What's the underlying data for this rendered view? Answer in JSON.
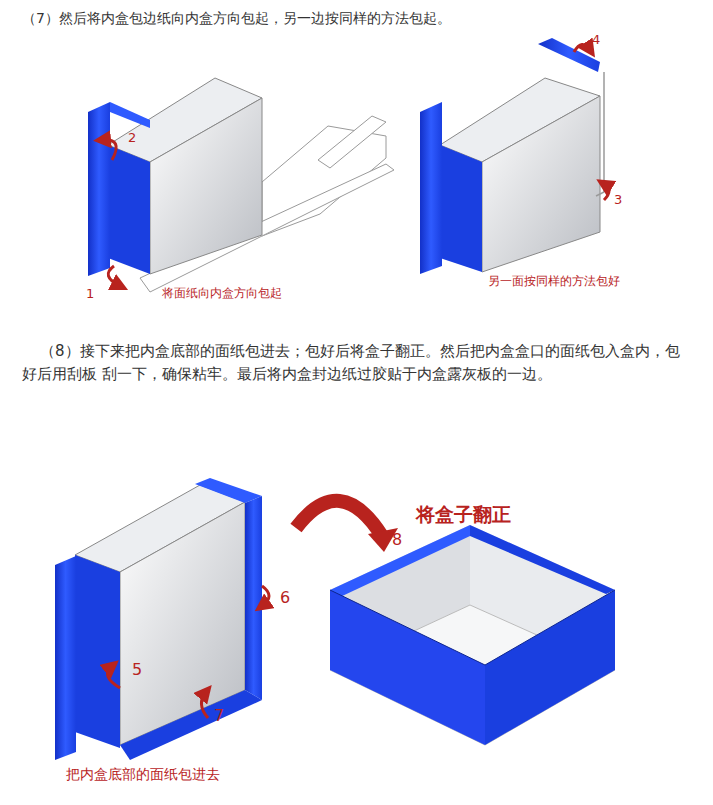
{
  "diagram": {
    "labels": [
      "（7）然后将内盒包边纸向内盒方向包起，另一边按同样的方法包起。",
      "2",
      "1",
      "将面纸向内盒方向包起",
      "4",
      "3",
      "另一面按同样的方法包好",
      "（8）接下来把内盒底部的面纸包进去；包好后将盒子翻正。然后把内盒盒口的面纸包入盒内，包好后用刮板 刮一下，确保粘牢。最后将内盒封边纸过胶贴于内盒露灰板的一边。",
      "将盒子翻正",
      "8",
      "6",
      "5",
      "7",
      "把内盒底部的面纸包进去"
    ]
  }
}
